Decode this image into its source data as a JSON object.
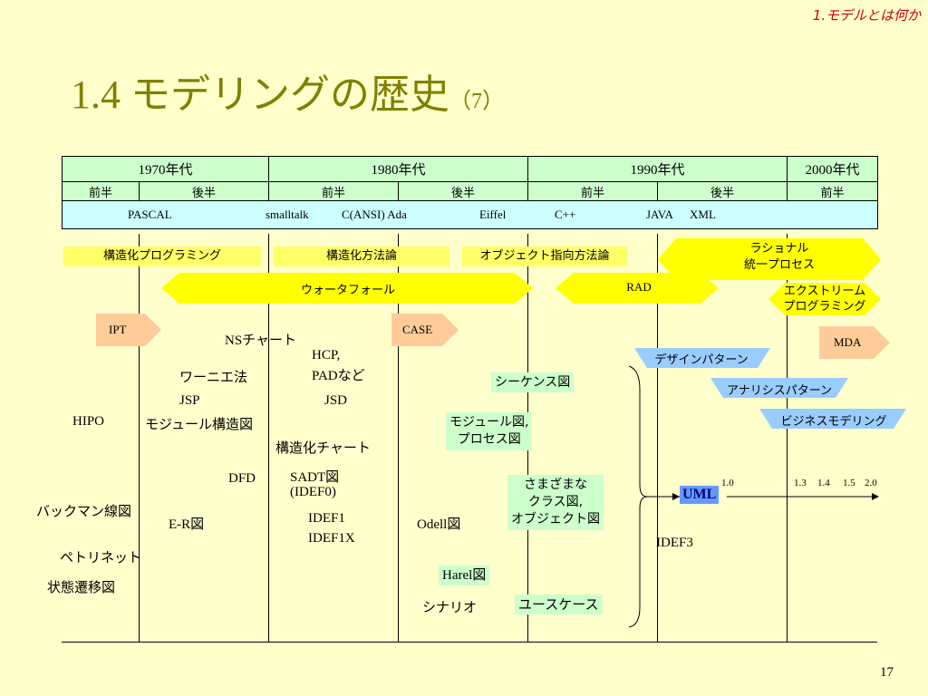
{
  "chapter": "1.モデルとは何か",
  "title": "1.4 モデリングの歴史",
  "title_sub": "（7）",
  "decades": [
    "1970年代",
    "1980年代",
    "1990年代",
    "2000年代"
  ],
  "halves": [
    "前半",
    "後半",
    "前半",
    "後半",
    "前半",
    "後半",
    "前半"
  ],
  "languages": [
    "PASCAL",
    "smalltalk",
    "C(ANSI) Ada",
    "Eiffel",
    "C++",
    "JAVA",
    "XML"
  ],
  "bands": {
    "structured_programming": "構造化プログラミング",
    "structured_method": "構造化方法論",
    "oo_method": "オブジェクト指向方法論",
    "rational_1": "ラショナル",
    "rational_2": "統一プロセス",
    "waterfall": "ウォータフォール",
    "rad": "RAD",
    "xp_1": "エクストリーム",
    "xp_2": "プログラミング",
    "ipt": "IPT",
    "case": "CASE",
    "mda": "MDA",
    "design_pattern": "デザインパターン",
    "analysis_pattern": "アナリシスパターン",
    "business_modeling": "ビジネスモデリング"
  },
  "items": {
    "ns_chart": "NSチャート",
    "hcp": "HCP,",
    "pad": "PADなど",
    "warnier": "ワーニエ法",
    "jsp": "JSP",
    "jsd": "JSD",
    "hipo": "HIPO",
    "module_structure": "モジュール構造図",
    "structured_chart": "構造化チャート",
    "dfd": "DFD",
    "sadt": "SADT図",
    "idef0": "(IDEF0)",
    "bachman": "バックマン線図",
    "er": "E-R図",
    "idef1": "IDEF1",
    "idef1x": "IDEF1X",
    "odell": "Odell図",
    "petri": "ペトリネット",
    "state": "状態遷移図",
    "scenario": "シナリオ",
    "idef3": "IDEF3",
    "sequence": "シーケンス図",
    "module_process_1": "モジュール図,",
    "module_process_2": "プロセス図",
    "class_object_1": "さまざまな",
    "class_object_2": "クラス図,",
    "class_object_3": "オブジェクト図",
    "harel": "Harel図",
    "usecase": "ユースケース",
    "uml": "UML"
  },
  "uml_versions": [
    "1.0",
    "1.3",
    "1.4",
    "1.5",
    "2.0"
  ],
  "page_number": "17",
  "colors": {
    "background": "#ffffcc",
    "title": "#808000",
    "chapter": "#cc0000",
    "yellow": "#ffff00",
    "peach": "#ffcc99",
    "blue_arrow": "#99ccff",
    "green_box": "#ccffcc",
    "uml_box": "#6699ff"
  }
}
